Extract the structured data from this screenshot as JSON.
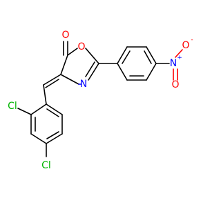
{
  "molecule": {
    "atoms": {
      "o_carbonyl": "O",
      "o_ring": "O",
      "n_ring": "N",
      "n_nitro": "N",
      "n_nitro_charge": "+",
      "o_nitro_top": "O",
      "o_nitro_top_charge": "-",
      "o_nitro_bottom": "O",
      "cl_ortho": "Cl",
      "cl_para": "Cl"
    },
    "colors": {
      "bond": "#000000",
      "oxygen": "#ff0000",
      "nitrogen": "#0000ff",
      "chlorine": "#00b400"
    }
  }
}
